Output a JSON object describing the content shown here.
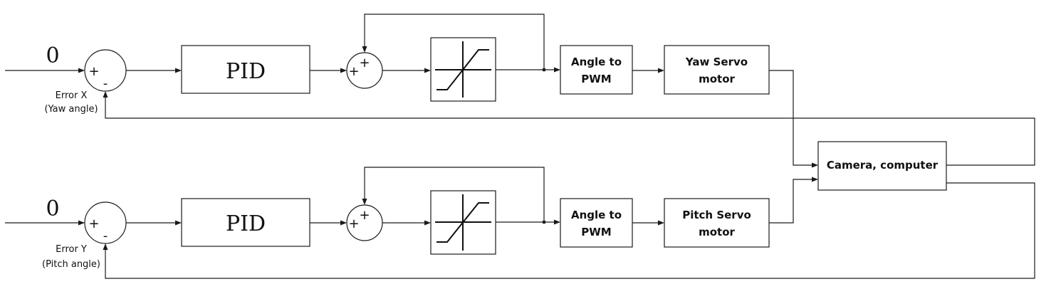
{
  "yaw_loop": {
    "setpoint": "0",
    "sum_plus": "+",
    "sum_minus": "-",
    "error_line1": "Error X",
    "error_line2": "(Yaw angle)",
    "pid": "PID",
    "feedback_sum_plus_left": "+",
    "feedback_sum_plus_top": "+",
    "angle_to_pwm_line1": "Angle to",
    "angle_to_pwm_line2": "PWM",
    "servo_line1": "Yaw Servo",
    "servo_line2": "motor"
  },
  "pitch_loop": {
    "setpoint": "0",
    "sum_plus": "+",
    "sum_minus": "-",
    "error_line1": "Error Y",
    "error_line2": "(Pitch angle)",
    "pid": "PID",
    "feedback_sum_plus_left": "+",
    "feedback_sum_plus_top": "+",
    "angle_to_pwm_line1": "Angle to",
    "angle_to_pwm_line2": "PWM",
    "servo_line1": "Pitch Servo",
    "servo_line2": "motor"
  },
  "camera": "Camera, computer"
}
